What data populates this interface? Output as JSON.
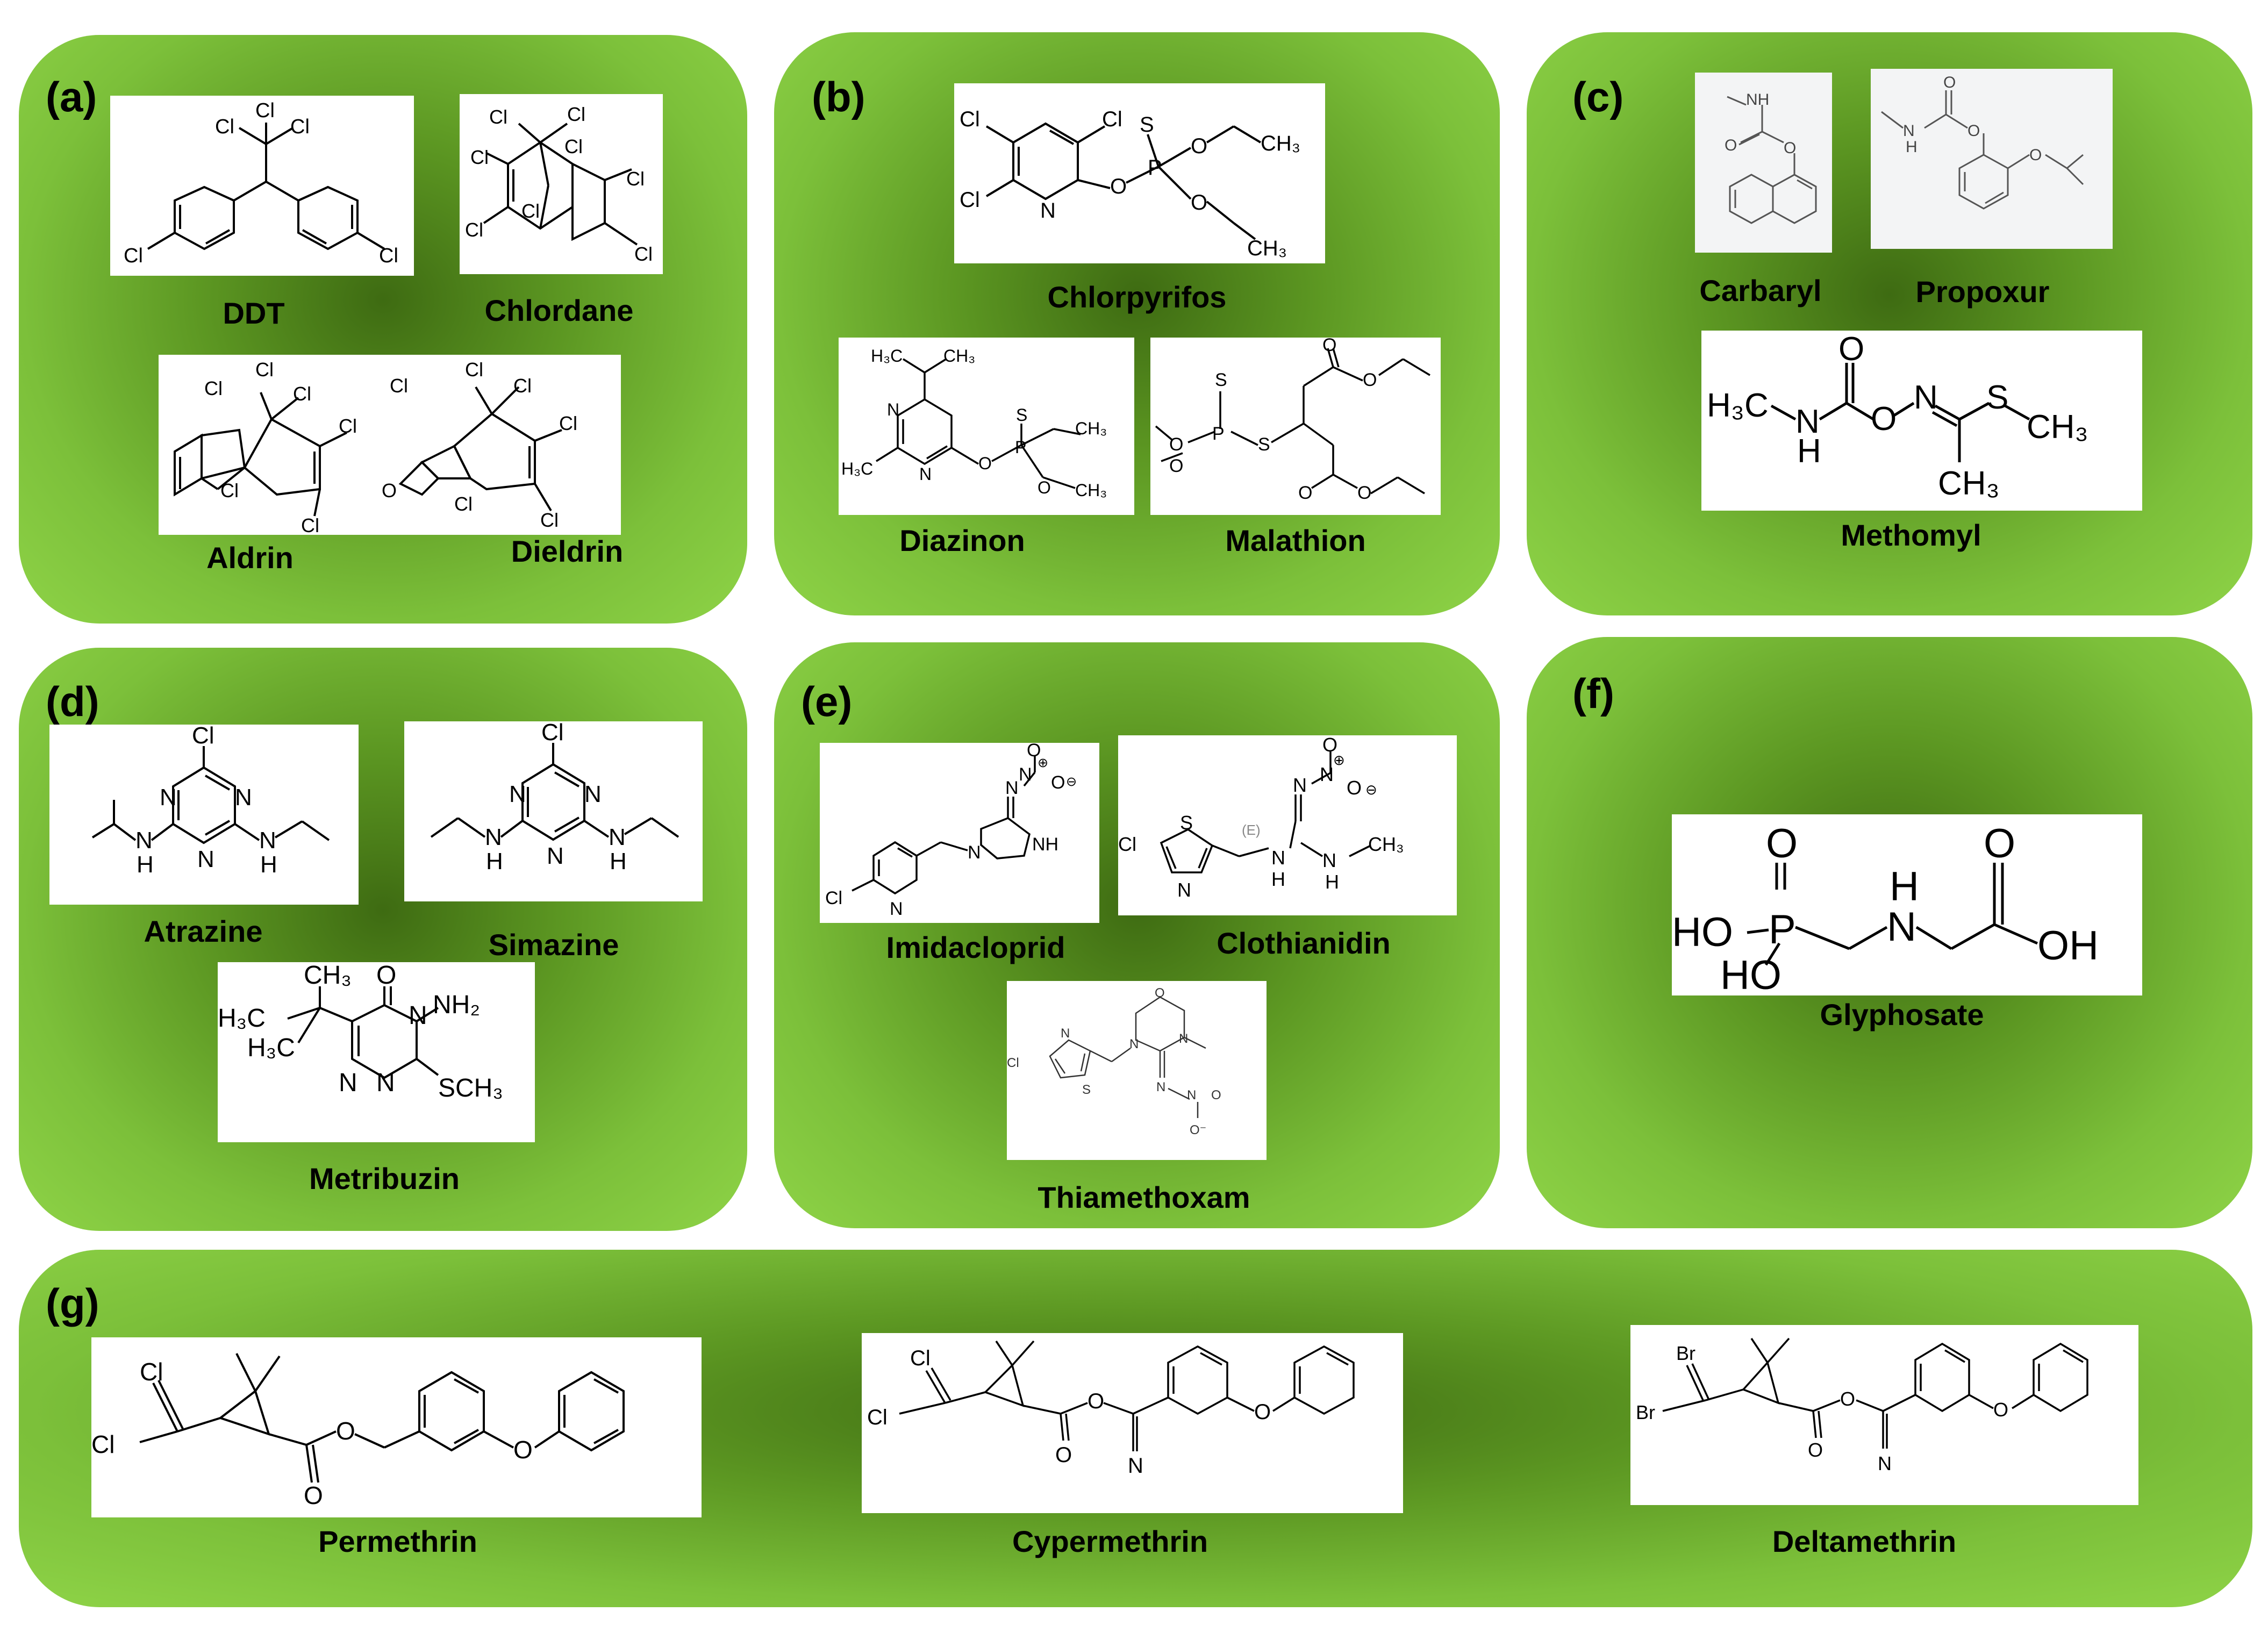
{
  "panels": [
    {
      "id": "a",
      "label": "(a)",
      "compounds": [
        "DDT",
        "Chlordane",
        "Aldrin",
        "Dieldrin"
      ]
    },
    {
      "id": "b",
      "label": "(b)",
      "compounds": [
        "Chlorpyrifos",
        "Diazinon",
        "Malathion"
      ]
    },
    {
      "id": "c",
      "label": "(c)",
      "compounds": [
        "Carbaryl",
        "Propoxur",
        "Methomyl"
      ]
    },
    {
      "id": "d",
      "label": "(d)",
      "compounds": [
        "Atrazine",
        "Simazine",
        "Metribuzin"
      ]
    },
    {
      "id": "e",
      "label": "(e)",
      "compounds": [
        "Imidacloprid",
        "Clothianidin",
        "Thiamethoxam"
      ]
    },
    {
      "id": "f",
      "label": "(f)",
      "compounds": [
        "Glyphosate"
      ]
    },
    {
      "id": "g",
      "label": "(g)",
      "compounds": [
        "Permethrin",
        "Cypermethrin",
        "Deltamethrin"
      ]
    }
  ],
  "atoms": {
    "cl": "Cl",
    "br": "Br",
    "o": "O",
    "n": "N",
    "s": "S",
    "p": "P",
    "h": "H",
    "nh": "NH",
    "ho": "HO",
    "oh": "OH",
    "nh2": "NH₂",
    "ch3": "CH₃",
    "h3c": "H₃C",
    "sch3": "SCH₃",
    "e_stereo": "(E)",
    "plus": "⊕",
    "minus": "⊖",
    "ominus": "O⁻",
    "oplus": "N⁺"
  }
}
